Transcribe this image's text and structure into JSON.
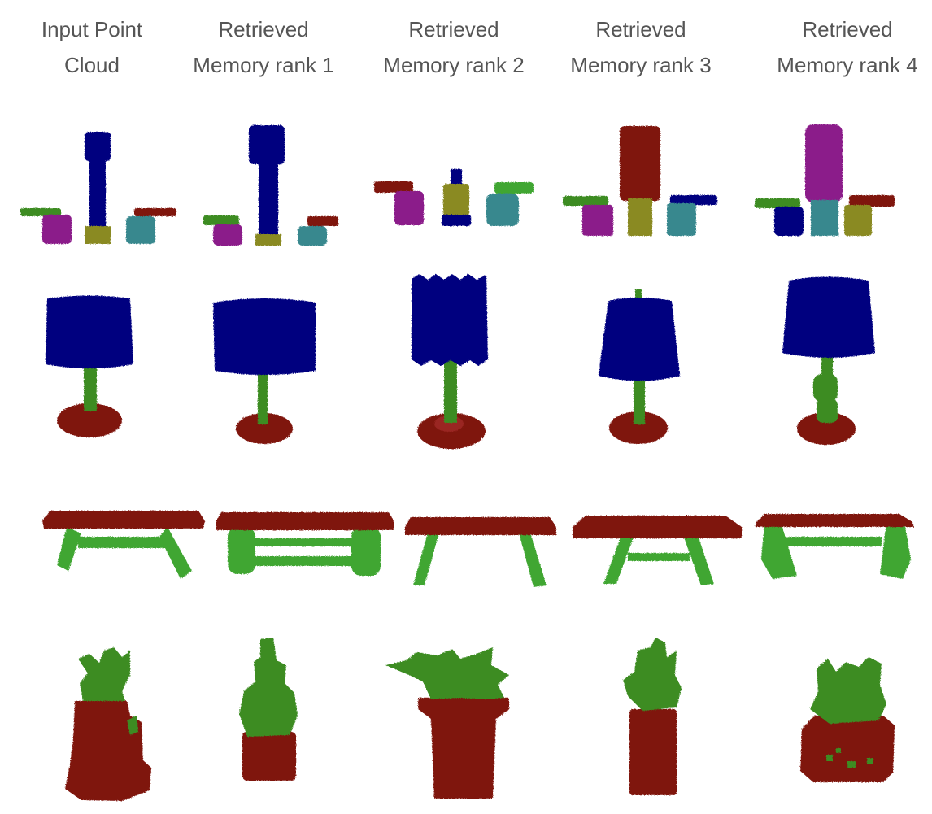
{
  "headers": [
    {
      "line1": "Input Point",
      "line2": "Cloud"
    },
    {
      "line1": "Retrieved",
      "line2": "Memory rank 1"
    },
    {
      "line1": "Retrieved",
      "line2": "Memory rank 2"
    },
    {
      "line1": "Retrieved",
      "line2": "Memory rank 3"
    },
    {
      "line1": "Retrieved",
      "line2": "Memory rank 4"
    }
  ],
  "rows": [
    {
      "category": "faucet-set",
      "cells": [
        "input-faucet-set",
        "rank-1-faucet-set",
        "rank-2-faucet-set",
        "rank-3-faucet-set",
        "rank-4-faucet-set"
      ]
    },
    {
      "category": "lamp",
      "cells": [
        "input-lamp",
        "rank-1-lamp",
        "rank-2-lamp",
        "rank-3-lamp",
        "rank-4-lamp"
      ]
    },
    {
      "category": "table",
      "cells": [
        "input-table",
        "rank-1-table",
        "rank-2-table",
        "rank-3-table",
        "rank-4-table"
      ]
    },
    {
      "category": "potted-plant",
      "cells": [
        "input-plant",
        "rank-1-plant",
        "rank-2-plant",
        "rank-3-plant",
        "rank-4-plant"
      ]
    }
  ],
  "colors": {
    "blue": "#00007f",
    "red": "#7f1410",
    "green": "#3c8c24",
    "bright_green": "#3fa632",
    "magenta": "#8b1a8a",
    "olive": "#8a8a24",
    "teal": "#37888e",
    "header_text": "#555555"
  }
}
